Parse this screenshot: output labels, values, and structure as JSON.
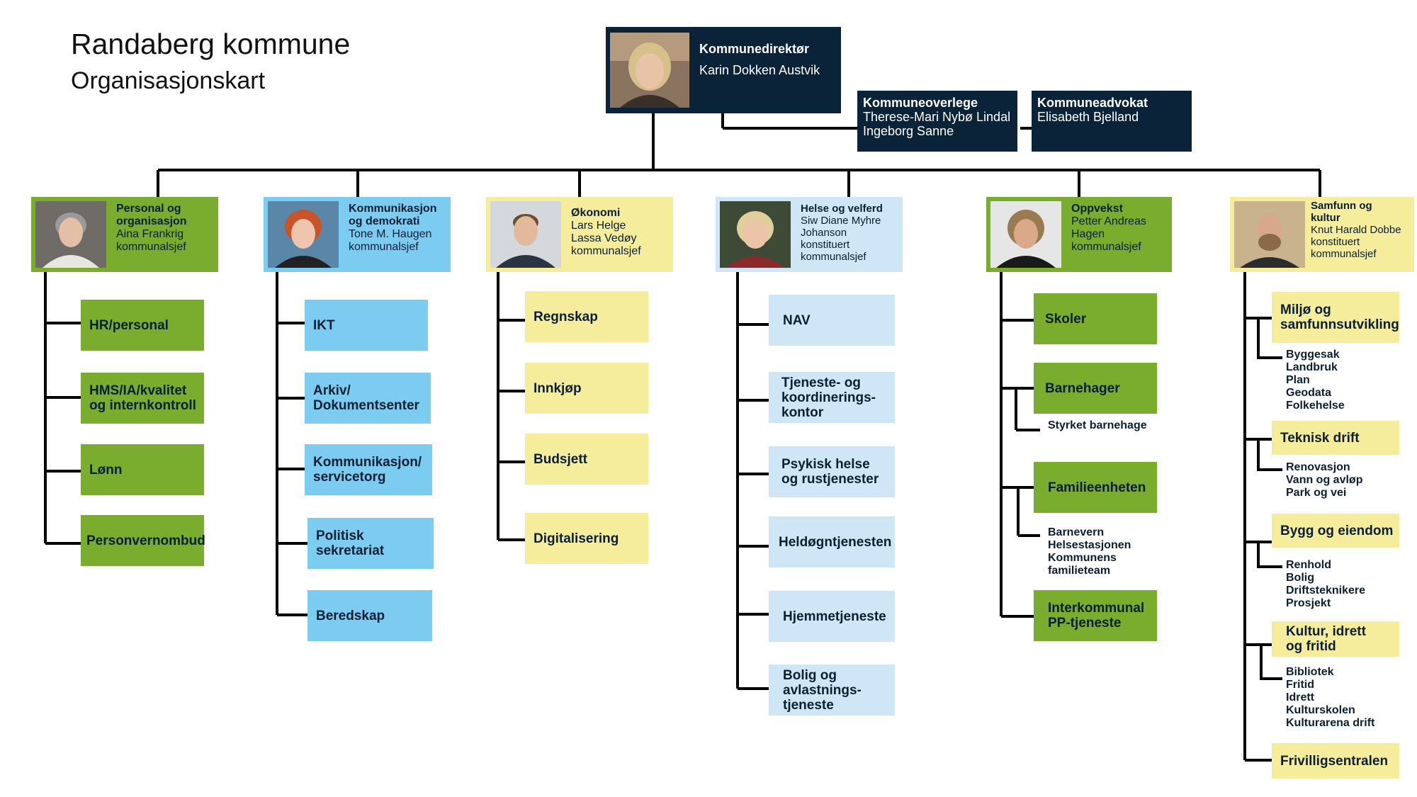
{
  "title": {
    "main": "Randaberg kommune",
    "sub": "Organisasjonskart"
  },
  "director": {
    "role": "Kommunedirektør",
    "name": "Karin Dokken Austvik"
  },
  "staff": [
    {
      "role": "Kommuneoverlege",
      "names": [
        "Therese-Mari Nybø Lindal",
        "Ingeborg Sanne"
      ]
    },
    {
      "role": "Kommuneadvokat",
      "names": [
        "Elisabeth Bjelland"
      ]
    }
  ],
  "departments": [
    {
      "title": "Personal og\norganisasjon",
      "name": "Aina Frankrig",
      "role": "kommunalsjef",
      "units": [
        "HR/personal",
        "HMS/IA/kvalitet\nog internkontroll",
        "Lønn",
        "Personvernombud"
      ]
    },
    {
      "title": "Kommunikasjon\nog demokrati",
      "name": "Tone M. Haugen",
      "role": "kommunalsjef",
      "units": [
        "IKT",
        "Arkiv/\nDokumentsenter",
        "Kommunikasjon/\nservicetorg",
        "Politisk\nsekretariat",
        "Beredskap"
      ]
    },
    {
      "title": "Økonomi",
      "name": "Lars Helge\nLassa Vedøy",
      "role": "kommunalsjef",
      "units": [
        "Regnskap",
        "Innkjøp",
        "Budsjett",
        "Digitalisering"
      ]
    },
    {
      "title": "Helse og velferd",
      "name": "Siw Diane Myhre\nJohanson",
      "role": "konstituert\nkommunalsjef",
      "units": [
        "NAV",
        "Tjeneste- og\nkoordinerings-\nkontor",
        "Psykisk helse\nog rustjenester",
        "Heldøgntjenesten",
        "Hjemmetjeneste",
        "Bolig og\navlastnings-\ntjeneste"
      ]
    },
    {
      "title": "Oppvekst",
      "name": "Petter Andreas\nHagen",
      "role": "kommunalsjef",
      "units": [
        "Skoler",
        "Barnehager",
        "Familieenheten",
        "Interkommunal\nPP-tjeneste"
      ],
      "subunits": {
        "barnehager": "Styrket barnehage",
        "familieenheten": "Barnevern\nHelsestasjonen\nKommunens\nfamilieteam"
      }
    },
    {
      "title": "Samfunn og\nkultur",
      "name": "Knut Harald Dobbe",
      "role": "konstituert\nkommunalsjef",
      "units": [
        "Miljø og\nsamfunnsutvikling",
        "Teknisk drift",
        "Bygg og eiendom",
        "Kultur, idrett\nog fritid",
        "Frivilligsentralen"
      ],
      "subunits": {
        "miljo": "Byggesak\nLandbruk\nPlan\nGeodata\nFolkehelse",
        "teknisk": "Renovasjon\nVann og avløp\nPark og vei",
        "bygg": "Renhold\nBolig\nDriftsteknikere\nProsjekt",
        "kultur": "Bibliotek\nFritid\nIdrett\nKulturskolen\nKulturarena drift"
      }
    }
  ],
  "colors": {
    "navy": "#0b2338",
    "green": "#7aac2e",
    "blue": "#7ccbf1",
    "yellow": "#f5ed9c",
    "lightblue": "#cfe6f6"
  }
}
